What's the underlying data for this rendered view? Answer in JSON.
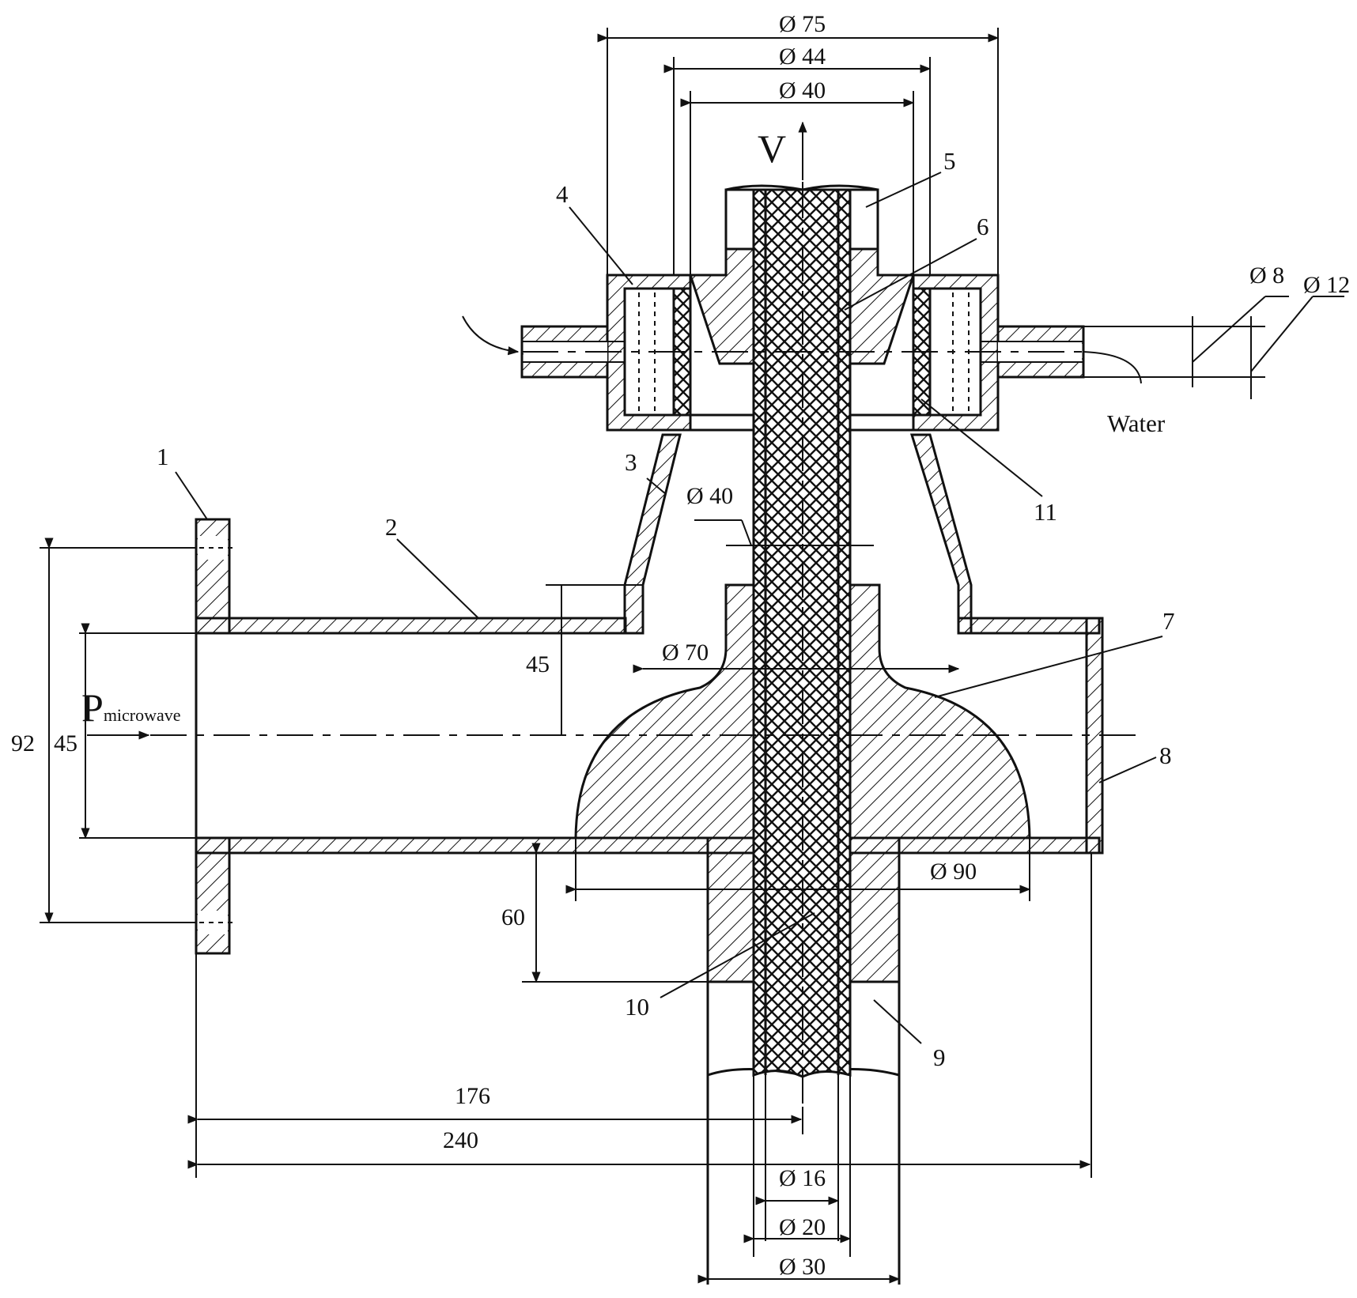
{
  "labels": {
    "part1": "1",
    "part2": "2",
    "part3": "3",
    "part4": "4",
    "part5": "5",
    "part6": "6",
    "part7": "7",
    "part8": "8",
    "part9": "9",
    "part10": "10",
    "part11": "11"
  },
  "dimensions": {
    "d75": "Ø 75",
    "d44": "Ø 44",
    "d40_top": "Ø 40",
    "d8": "Ø 8",
    "d12": "Ø 12",
    "d40_mid": "Ø 40",
    "d70": "Ø 70",
    "d90": "Ø 90",
    "d16": "Ø 16",
    "d20": "Ø 20",
    "d30": "Ø 30",
    "h45_upper": "45",
    "h45_left": "45",
    "h92": "92",
    "h60": "60",
    "l176": "176",
    "l240": "240"
  },
  "annotations": {
    "velocity": "V",
    "power_main": "P",
    "power_sub": "microwave",
    "water": "Water"
  }
}
